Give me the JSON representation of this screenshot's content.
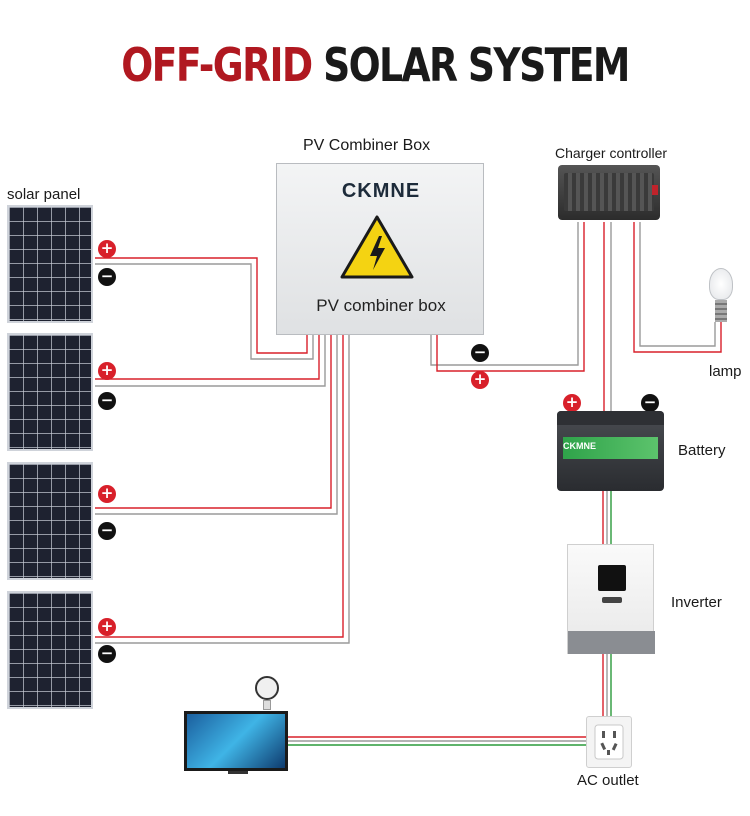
{
  "title": {
    "part1": "OFF-GRID",
    "part2": "SOLAR SYSTEM"
  },
  "labels": {
    "solar_panel": "solar panel",
    "combiner_title": "PV Combiner Box",
    "combiner_inner": "PV combiner box",
    "combiner_brand": "CKMNE",
    "charger": "Charger controller",
    "lamp": "lamp",
    "battery": "Battery",
    "battery_brand": "CKMNE",
    "inverter": "Inverter",
    "ac_outlet": "AC outlet"
  },
  "signs": {
    "plus": "+",
    "minus": "−"
  },
  "colors": {
    "title_red": "#b01820",
    "wire_red": "#d8202a",
    "wire_green": "#2a9a3a",
    "wire_gray": "#9a9a9a"
  }
}
